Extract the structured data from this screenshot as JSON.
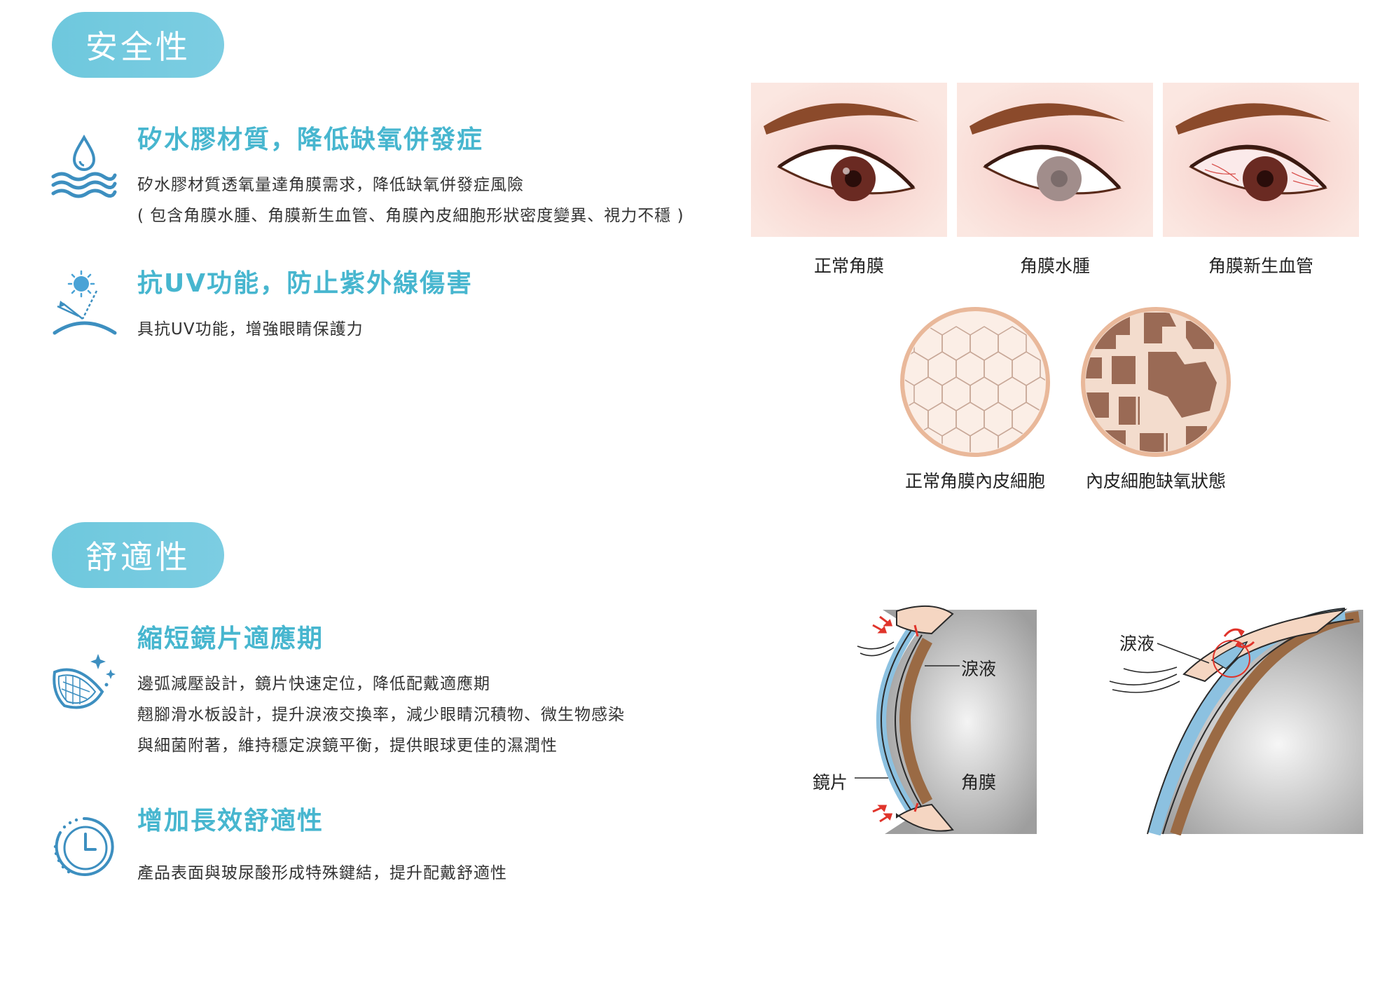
{
  "safety": {
    "section_label": "安全性",
    "features": [
      {
        "icon": "water-drop-icon",
        "title": "矽水膠材質，降低缺氧併發症",
        "lines": [
          "矽水膠材質透氧量達角膜需求，降低缺氧併發症風險",
          "( 包含角膜水腫、角膜新生血管、角膜內皮細胞形狀密度變異、視力不穩 )"
        ]
      },
      {
        "icon": "uv-protection-icon",
        "title": "抗UV功能，防止紫外線傷害",
        "lines": [
          "具抗UV功能，增強眼睛保護力"
        ]
      }
    ],
    "eyes": [
      {
        "caption": "正常角膜"
      },
      {
        "caption": "角膜水腫"
      },
      {
        "caption": "角膜新生血管"
      }
    ],
    "cells": [
      {
        "caption": "正常角膜內皮細胞"
      },
      {
        "caption": "內皮細胞缺氧狀態"
      }
    ]
  },
  "comfort": {
    "section_label": "舒適性",
    "features": [
      {
        "icon": "contact-lens-icon",
        "title": "縮短鏡片適應期",
        "lines": [
          "邊弧減壓設計，鏡片快速定位，降低配戴適應期",
          "翹腳滑水板設計，提升淚液交換率，減少眼睛沉積物、微生物感染",
          "與細菌附著，維持穩定淚鏡平衡，提供眼球更佳的濕潤性"
        ]
      },
      {
        "icon": "clock-icon",
        "title": "增加長效舒適性",
        "lines": [
          "產品表面與玻尿酸形成特殊鍵結，提升配戴舒適性"
        ]
      }
    ],
    "diagram_left": {
      "label_tears": "淚液",
      "label_lens": "鏡片",
      "label_cornea": "角膜"
    },
    "diagram_right": {
      "label_tears": "淚液"
    }
  },
  "colors": {
    "accent": "#47b6cf",
    "pill": "#6ec8dd",
    "icon": "#3d8fc0",
    "arrow": "#e0342b"
  }
}
